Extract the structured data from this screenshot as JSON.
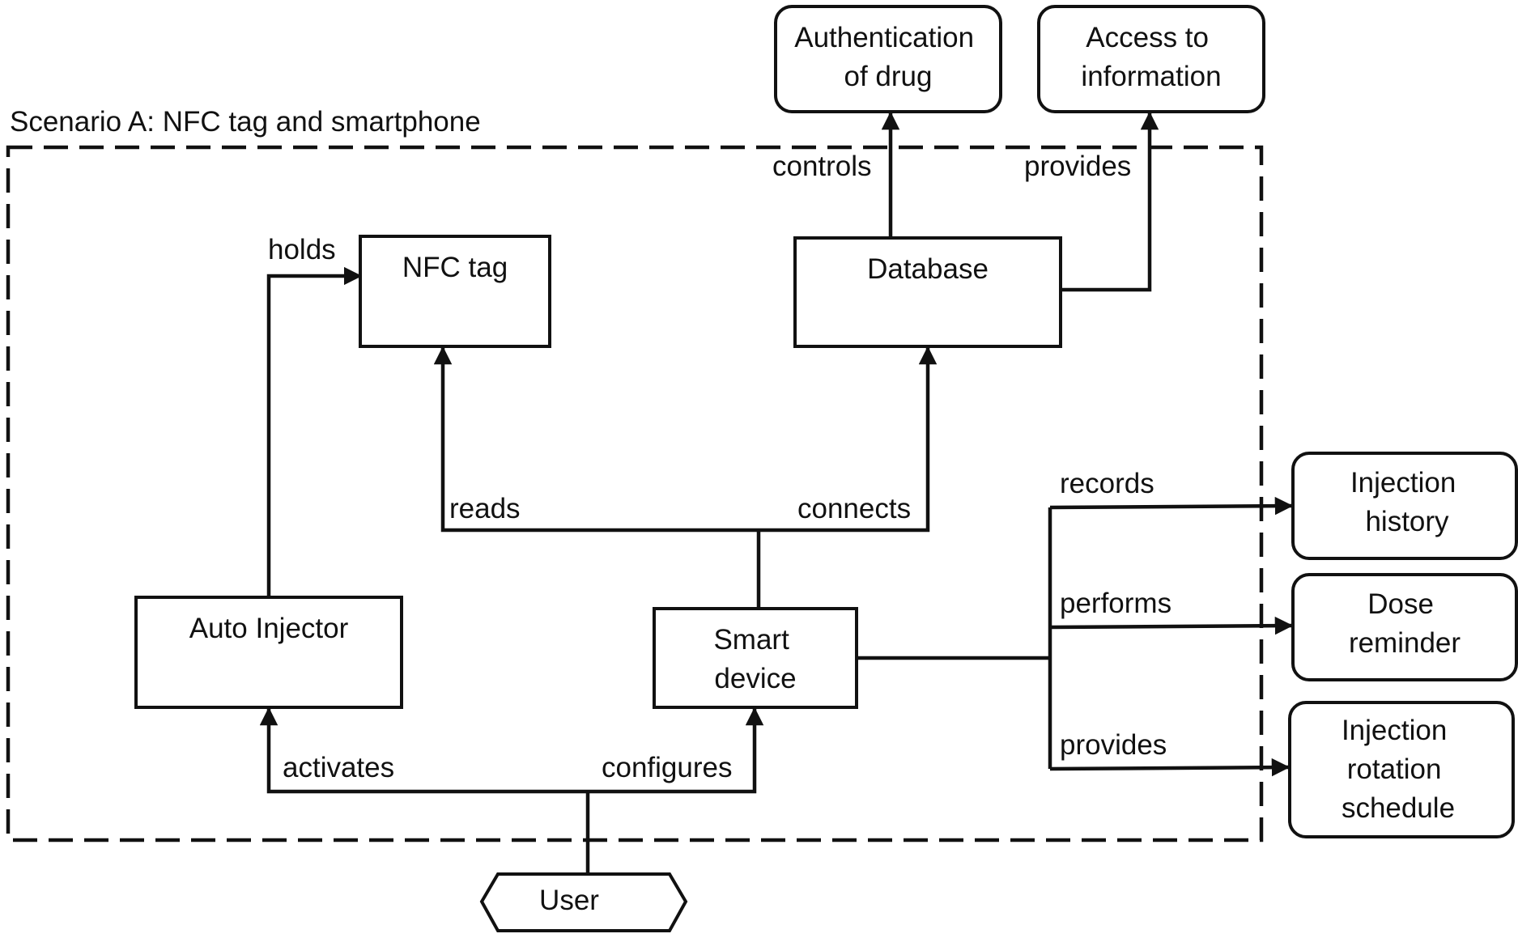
{
  "scenario_label": "Scenario A: NFC tag and smartphone",
  "nodes": {
    "authentication": [
      "Authentication",
      "of drug"
    ],
    "access_info": [
      "Access to",
      "information"
    ],
    "nfc_tag": [
      "NFC tag"
    ],
    "database": [
      "Database"
    ],
    "auto_injector": [
      "Auto Injector"
    ],
    "smart_device": [
      "Smart",
      "device"
    ],
    "injection_history": [
      "Injection",
      "history"
    ],
    "dose_reminder": [
      "Dose",
      "reminder"
    ],
    "rotation_schedule": [
      "Injection",
      "rotation",
      "schedule"
    ],
    "user": [
      "User"
    ]
  },
  "edges": {
    "holds": "holds",
    "controls": "controls",
    "provides_info": "provides",
    "reads": "reads",
    "connects": "connects",
    "records": "records",
    "performs": "performs",
    "provides_schedule": "provides",
    "activates": "activates",
    "configures": "configures"
  }
}
